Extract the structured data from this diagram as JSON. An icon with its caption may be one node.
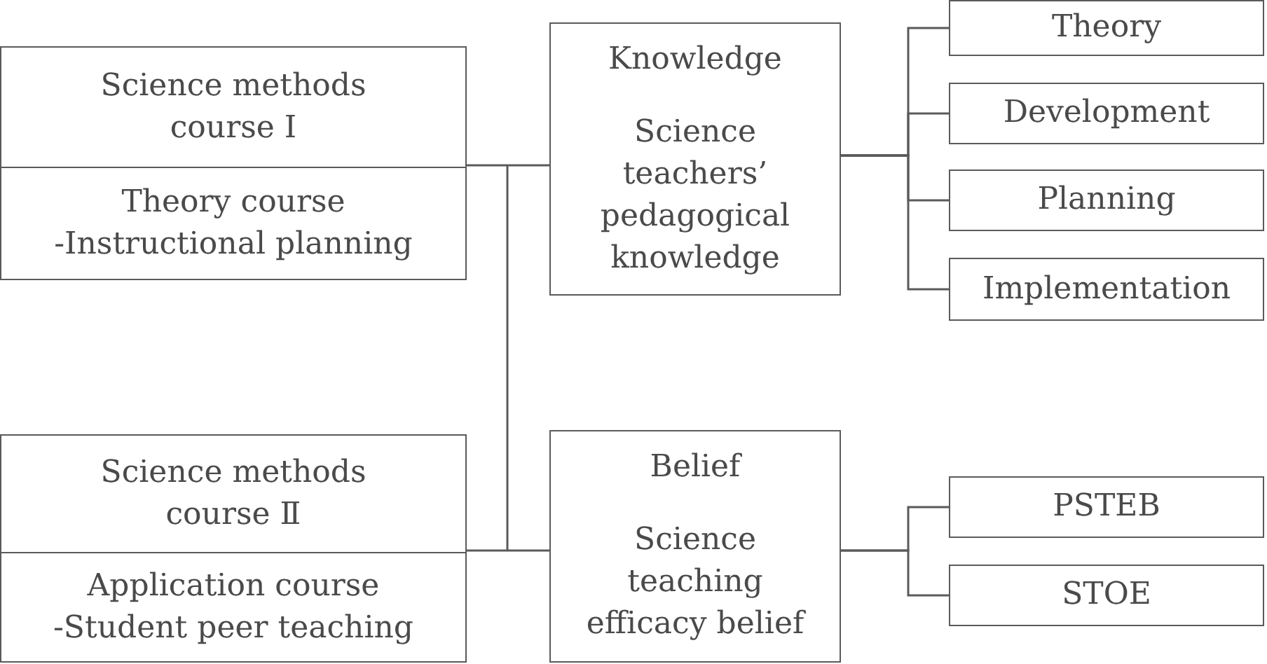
{
  "diagram": {
    "nodes": [
      {
        "text": [
          "Science methods course Ⅰ",
          "Theory course -Instructional planning"
        ]
      },
      {
        "text": [
          "Knowledge",
          "Science teachers’ pedagogical knowledge"
        ]
      },
      {
        "text": [
          "Theory"
        ]
      },
      {
        "text": [
          "Development"
        ]
      },
      {
        "text": [
          "Planning"
        ]
      },
      {
        "text": [
          "Implementation"
        ]
      },
      {
        "text": [
          "Science methods course Ⅱ",
          "Application course -Student peer teaching"
        ]
      },
      {
        "text": [
          "Belief",
          "Science teaching efficacy belief"
        ]
      },
      {
        "text": [
          "PSTEB"
        ]
      },
      {
        "text": [
          "STOE"
        ]
      }
    ],
    "edges": [
      {
        "from": 0,
        "to": 1,
        "arrow": "none"
      },
      {
        "from": 0,
        "to": 7,
        "arrow": "none"
      },
      {
        "from": 6,
        "to": 1,
        "arrow": "none"
      },
      {
        "from": 6,
        "to": 7,
        "arrow": "none"
      },
      {
        "from": 1,
        "to": 2,
        "arrow": "none"
      },
      {
        "from": 1,
        "to": 3,
        "arrow": "none"
      },
      {
        "from": 1,
        "to": 4,
        "arrow": "none"
      },
      {
        "from": 1,
        "to": 5,
        "arrow": "none"
      },
      {
        "from": 7,
        "to": 8,
        "arrow": "none"
      },
      {
        "from": 7,
        "to": 9,
        "arrow": "none"
      }
    ]
  }
}
